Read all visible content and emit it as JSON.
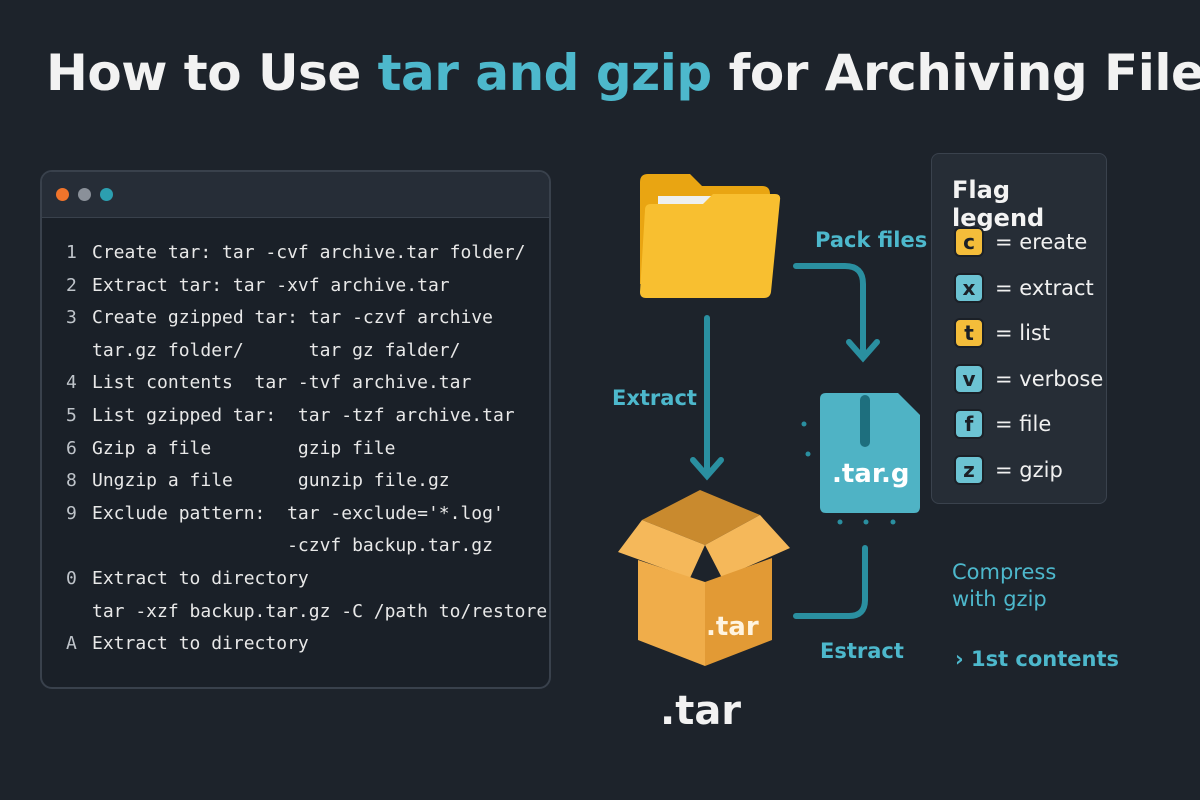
{
  "title": {
    "pre": "How to Use ",
    "highlight": "tar and gzip",
    "post": " for Archiving Files"
  },
  "terminal": {
    "lines": [
      {
        "num": "1",
        "text": "Create tar: tar -cvf archive.tar folder/"
      },
      {
        "num": "2",
        "text": "Extract tar: tar -xvf archive.tar"
      },
      {
        "num": "3",
        "text": "Create gzipped tar: tar -czvf archive"
      },
      {
        "num": "",
        "text": "tar.gz folder/      tar gz falder/"
      },
      {
        "num": "4",
        "text": "List contents  tar -tvf archive.tar"
      },
      {
        "num": "5",
        "text": "List gzipped tar:  tar -tzf archive.tar"
      },
      {
        "num": "6",
        "text": "Gzip a file        gzip file"
      },
      {
        "num": "8",
        "text": "Ungzip a file      gunzip file.gz"
      },
      {
        "num": "9",
        "text": "Exclude pattern:  tar -exclude='*.log'"
      },
      {
        "num": "",
        "text": "                  -czvf backup.tar.gz"
      },
      {
        "num": "0",
        "text": "Extract to directory"
      },
      {
        "num": "",
        "text": "tar -xzf backup.tar.gz -C /path to/restore"
      },
      {
        "num": "A",
        "text": "Extract to directory"
      }
    ]
  },
  "diagram": {
    "pack_label": "Pack files",
    "extract_label": "Extract",
    "estract_label": "Estract",
    "box_label": ".tar",
    "box_caption": ".tar",
    "gz_label": ".tar.g",
    "compress_label_1": "Compress",
    "compress_label_2": "with gzip",
    "list_label": "› 1st contents"
  },
  "legend": {
    "title": "Flag legend",
    "items": [
      {
        "flag": "c",
        "desc": "= ereate",
        "color": "#f4bd3a"
      },
      {
        "flag": "x",
        "desc": "= extract",
        "color": "#6cc3d3"
      },
      {
        "flag": "t",
        "desc": "= list",
        "color": "#f4bd3a"
      },
      {
        "flag": "v",
        "desc": "= verbose",
        "color": "#6cc3d3"
      },
      {
        "flag": "f",
        "desc": "= file",
        "color": "#6cc3d3"
      },
      {
        "flag": "z",
        "desc": "= gzip",
        "color": "#6cc3d3"
      }
    ]
  },
  "colors": {
    "accent": "#4db8cc",
    "folder": "#f7b925",
    "box": "#eda845"
  }
}
